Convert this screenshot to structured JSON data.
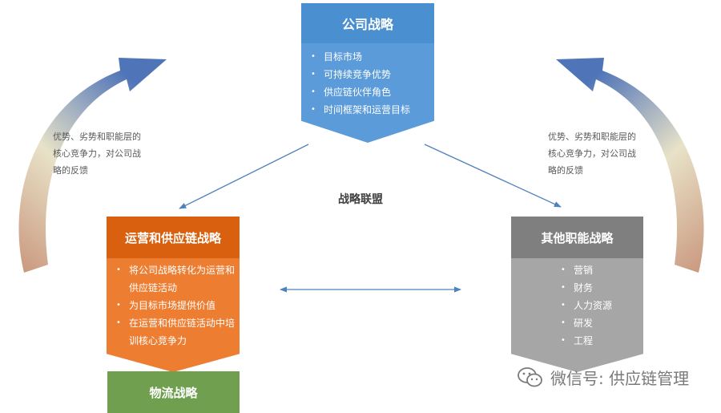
{
  "company_strategy": {
    "title": "公司战略",
    "items": [
      "目标市场",
      "可持续竞争优势",
      "供应链伙伴角色",
      "时间框架和运营目标"
    ]
  },
  "ops_strategy": {
    "title": "运营和供应链战略",
    "items": [
      "将公司战略转化为运营和供应链活动",
      "为目标市场提供价值",
      "在运营和供应链活动中培训核心竞争力"
    ]
  },
  "other_strategy": {
    "title": "其他职能战略",
    "items": [
      "营销",
      "财务",
      "人力资源",
      "研发",
      "工程"
    ]
  },
  "logistics_strategy": {
    "title": "物流战略"
  },
  "alliance_label": "战略联盟",
  "feedback_left": {
    "lines": [
      "优势、劣势和职能层的",
      "核心竞争力，对公司战",
      "略的反馈"
    ]
  },
  "feedback_right": {
    "lines": [
      "优势、劣势和职能层的",
      "核心竞争力，对公司战",
      "略的反馈"
    ]
  },
  "watermark": {
    "text": "微信号: 供应链管理"
  },
  "colors": {
    "company": "#4a8fd0",
    "ops": "#d9600f",
    "other": "#7f7f7f",
    "logistics": "#70a04f",
    "connector": "#4f81bd"
  }
}
